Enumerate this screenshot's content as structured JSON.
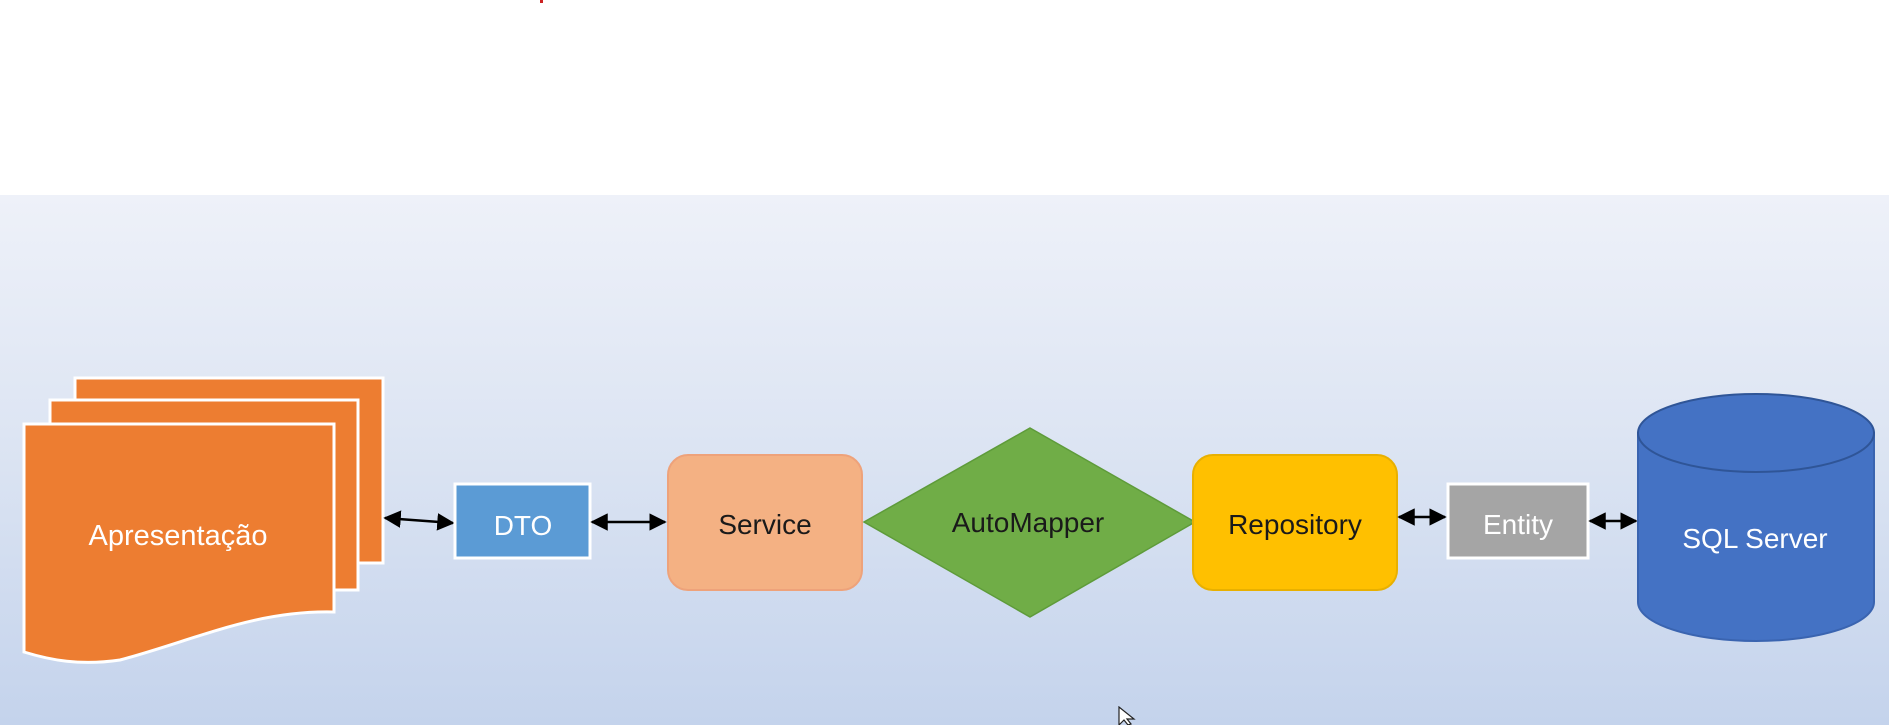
{
  "diagram": {
    "nodes": {
      "apresentacao": "Apresentação",
      "dto": "DTO",
      "service": "Service",
      "automapper": "AutoMapper",
      "repository": "Repository",
      "entity": "Entity",
      "sql_server": "SQL Server"
    },
    "colors": {
      "apresentacao": "#ed7d31",
      "dto": "#5b9bd5",
      "service": "#f4b183",
      "automapper": "#70ad47",
      "repository": "#ffc000",
      "entity": "#a5a5a5",
      "sql_server": "#4472c4",
      "arrow": "#000000"
    },
    "connections": [
      "Apresentação ↔ DTO",
      "DTO ↔ Service",
      "Service — AutoMapper — Repository",
      "Repository ↔ Entity",
      "Entity ↔ SQL Server"
    ]
  }
}
